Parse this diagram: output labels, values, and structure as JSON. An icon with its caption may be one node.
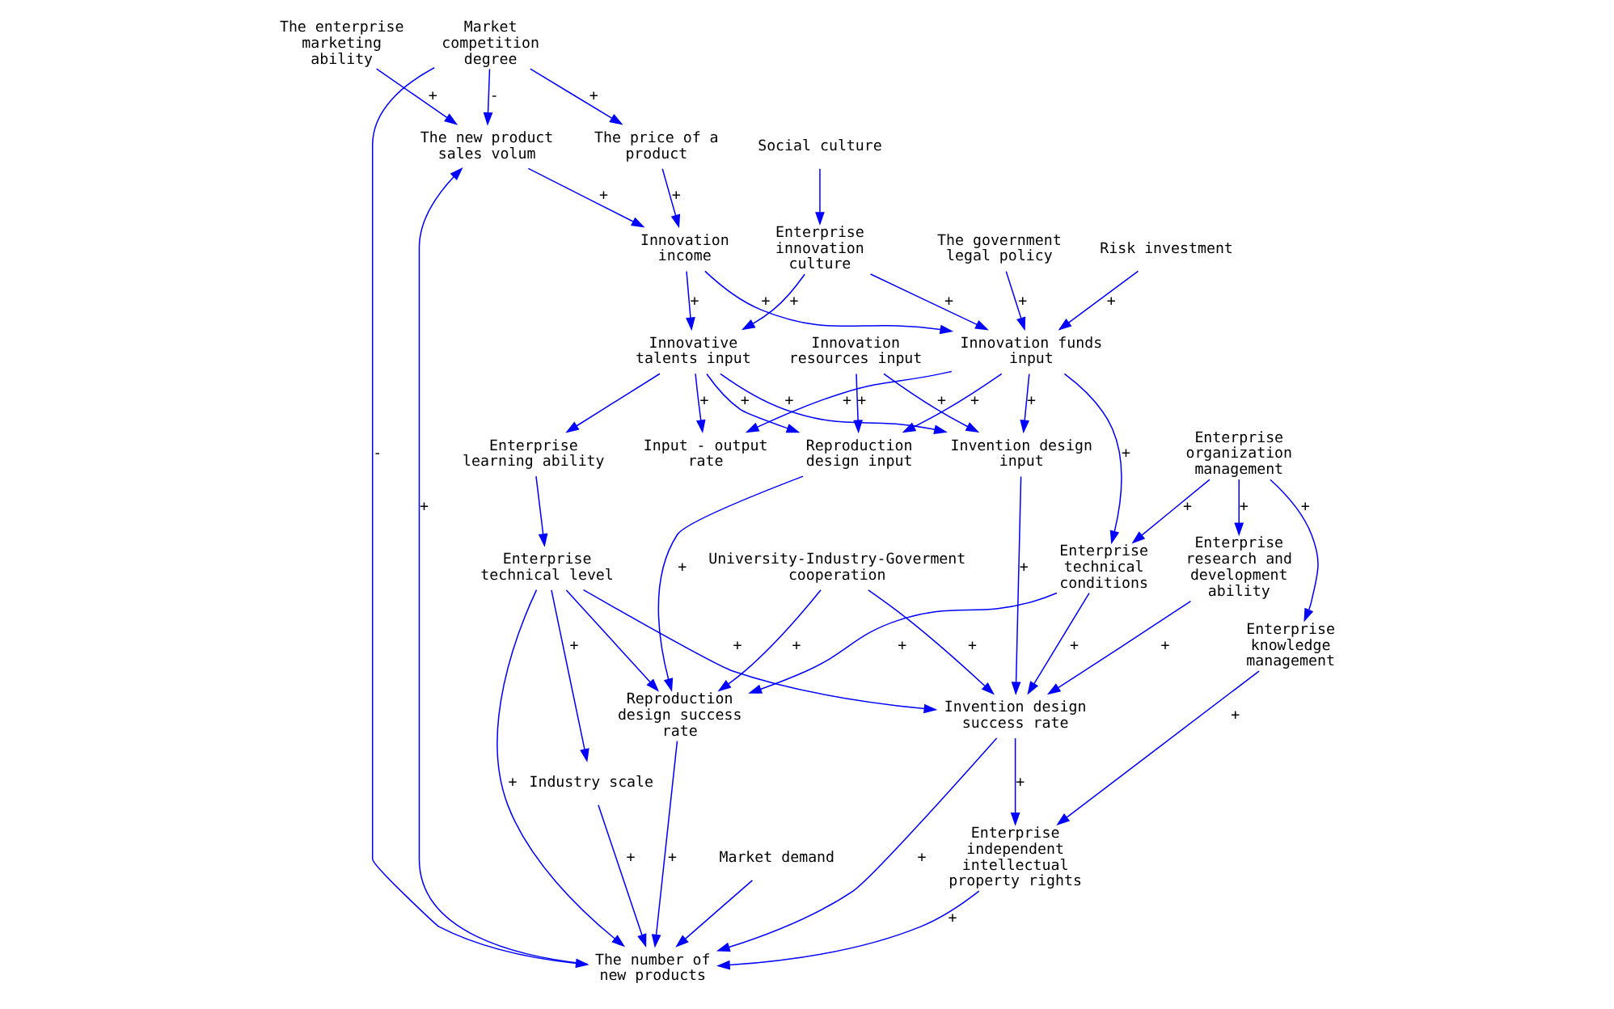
{
  "diagram": {
    "nodes": [
      {
        "text": [
          "The enterprise marketing ability"
        ]
      },
      {
        "text": [
          "The new product sales volum"
        ]
      },
      {
        "text": [
          "Market competition degree"
        ]
      },
      {
        "text": [
          "Innovation income"
        ]
      },
      {
        "text": [
          "The price of a product"
        ]
      },
      {
        "text": [
          "Innovative talents input"
        ]
      },
      {
        "text": [
          "Enterprise learning ability"
        ]
      },
      {
        "text": [
          "Enterprise technical level"
        ]
      },
      {
        "text": [
          "The number of new products"
        ]
      },
      {
        "text": [
          "Industry scale"
        ]
      },
      {
        "text": [
          "Input - output rate"
        ]
      },
      {
        "text": [
          "Invention design input"
        ]
      },
      {
        "text": [
          "Invention design success rate"
        ]
      },
      {
        "text": [
          "Enterprise innovation culture"
        ]
      },
      {
        "text": [
          "Market demand"
        ]
      },
      {
        "text": [
          "Reproduction design input"
        ]
      },
      {
        "text": [
          "University-Industry-Goverment cooperation"
        ]
      },
      {
        "text": [
          "Enterprise independent intellectual property rights"
        ]
      },
      {
        "text": [
          "Social culture"
        ]
      },
      {
        "text": [
          "Reproduction design success rate"
        ]
      },
      {
        "text": [
          "Enterprise research and development ability"
        ]
      },
      {
        "text": [
          "Innovation resources input"
        ]
      },
      {
        "text": [
          "Enterprise knowledge management"
        ]
      },
      {
        "text": [
          "Innovation funds input"
        ]
      },
      {
        "text": [
          "Enterprise organization management"
        ]
      },
      {
        "text": [
          "The government legal policy"
        ]
      },
      {
        "text": [
          "Risk investment"
        ]
      },
      {
        "text": [
          "Enterprise technical conditions"
        ]
      }
    ],
    "edges": [
      {
        "from": 0,
        "to": 1,
        "arrow": "to",
        "label": "+"
      },
      {
        "from": 8,
        "to": 1,
        "arrow": "to",
        "label": "+"
      },
      {
        "from": 2,
        "to": 1,
        "arrow": "to",
        "label": "-"
      },
      {
        "from": 1,
        "to": 3,
        "arrow": "to",
        "label": "+"
      },
      {
        "from": 2,
        "to": 4,
        "arrow": "to",
        "label": "+"
      },
      {
        "from": 2,
        "to": 8,
        "arrow": "to",
        "label": "-"
      },
      {
        "from": 4,
        "to": 3,
        "arrow": "to",
        "label": "+"
      },
      {
        "from": 3,
        "to": 5,
        "arrow": "to",
        "label": "+"
      },
      {
        "from": 3,
        "to": 23,
        "arrow": "to",
        "label": "+"
      },
      {
        "from": 5,
        "to": 6,
        "arrow": "to"
      },
      {
        "from": 6,
        "to": 7,
        "arrow": "to"
      },
      {
        "from": 7,
        "to": 8,
        "arrow": "to",
        "label": "+"
      },
      {
        "from": 7,
        "to": 9,
        "arrow": "to",
        "label": "+"
      },
      {
        "from": 7,
        "to": 12,
        "arrow": "to",
        "label": "+"
      },
      {
        "from": 7,
        "to": 19,
        "arrow": "to"
      },
      {
        "from": 9,
        "to": 8,
        "arrow": "to",
        "label": "+"
      },
      {
        "from": 12,
        "to": 8,
        "arrow": "to",
        "label": "+"
      },
      {
        "from": 14,
        "to": 8,
        "arrow": "to"
      },
      {
        "from": 17,
        "to": 8,
        "arrow": "to",
        "label": "+"
      },
      {
        "from": 19,
        "to": 8,
        "arrow": "to",
        "label": "+"
      },
      {
        "from": 5,
        "to": 10,
        "arrow": "to",
        "label": "+"
      },
      {
        "from": 5,
        "to": 11,
        "arrow": "to",
        "label": "+"
      },
      {
        "from": 5,
        "to": 15,
        "arrow": "to",
        "label": "+"
      },
      {
        "from": 13,
        "to": 5,
        "arrow": "to",
        "label": "+"
      },
      {
        "from": 18,
        "to": 13,
        "arrow": "to"
      },
      {
        "from": 13,
        "to": 23,
        "arrow": "to",
        "label": "+"
      },
      {
        "from": 23,
        "to": 10,
        "arrow": "to",
        "label": "+"
      },
      {
        "from": 23,
        "to": 11,
        "arrow": "to",
        "label": "+"
      },
      {
        "from": 23,
        "to": 15,
        "arrow": "to",
        "label": "+"
      },
      {
        "from": 11,
        "to": 12,
        "arrow": "to",
        "label": "+"
      },
      {
        "from": 21,
        "to": 15,
        "arrow": "to",
        "label": "+"
      },
      {
        "from": 21,
        "to": 11,
        "arrow": "to",
        "label": "+"
      },
      {
        "from": 15,
        "to": 19,
        "arrow": "to",
        "label": "+"
      },
      {
        "from": 16,
        "to": 19,
        "arrow": "to",
        "label": "+"
      },
      {
        "from": 16,
        "to": 12,
        "arrow": "to",
        "label": "+"
      },
      {
        "from": 12,
        "to": 17,
        "arrow": "to",
        "label": "+"
      },
      {
        "from": 20,
        "to": 12,
        "arrow": "to",
        "label": "+"
      },
      {
        "from": 27,
        "to": 12,
        "arrow": "to",
        "label": "+"
      },
      {
        "from": 27,
        "to": 19,
        "arrow": "to",
        "label": "+"
      },
      {
        "from": 24,
        "to": 20,
        "arrow": "to",
        "label": "+"
      },
      {
        "from": 24,
        "to": 22,
        "arrow": "to",
        "label": "+"
      },
      {
        "from": 24,
        "to": 27,
        "arrow": "to",
        "label": "+"
      },
      {
        "from": 22,
        "to": 17,
        "arrow": "to",
        "label": "+"
      },
      {
        "from": 25,
        "to": 23,
        "arrow": "to",
        "label": "+"
      },
      {
        "from": 26,
        "to": 23,
        "arrow": "to",
        "label": "+"
      },
      {
        "from": 23,
        "to": 27,
        "arrow": "to",
        "label": "+"
      }
    ]
  }
}
